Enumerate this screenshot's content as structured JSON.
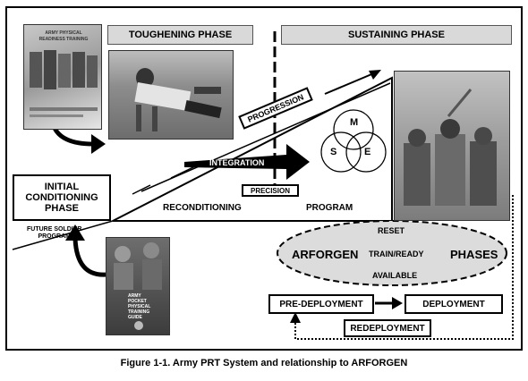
{
  "phases": {
    "toughening": "TOUGHENING PHASE",
    "sustaining": "SUSTAINING PHASE",
    "initial_line1": "INITIAL",
    "initial_line2": "CONDITIONING",
    "initial_line3": "PHASE",
    "future_line1": "FUTURE SOLDIER",
    "future_line2": "PROGRAM"
  },
  "triangle": {
    "progression": "PROGRESSION",
    "integration": "INTEGRATION",
    "precision": "PRECISION",
    "reconditioning": "RECONDITIONING",
    "program": "PROGRAM"
  },
  "venn": {
    "m": "M",
    "s": "S",
    "e": "E"
  },
  "arforgen": {
    "left": "ARFORGEN",
    "right": "PHASES",
    "reset": "RESET",
    "train_ready": "TRAIN/READY",
    "available": "AVAILABLE"
  },
  "deployment": {
    "pre": "PRE-DEPLOYMENT",
    "deploy": "DEPLOYMENT",
    "redeploy": "REDEPLOYMENT"
  },
  "books": {
    "manual_line1": "ARMY PHYSICAL",
    "manual_line2": "READINESS TRAINING",
    "pocket_line1": "ARMY",
    "pocket_line2": "POCKET",
    "pocket_line3": "PHYSICAL",
    "pocket_line4": "TRAINING",
    "pocket_line5": "GUIDE"
  },
  "caption": "Figure 1-1. Army PRT System and relationship to ARFORGEN"
}
